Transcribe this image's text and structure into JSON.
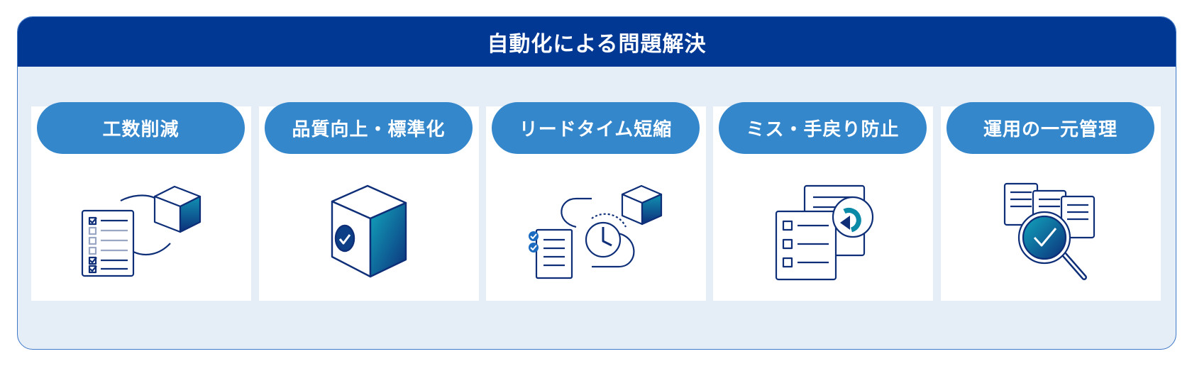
{
  "header": {
    "title": "自動化による問題解決"
  },
  "items": [
    {
      "label": "工数削減",
      "icon": "checklist-cube-icon"
    },
    {
      "label": "品質向上・標準化",
      "icon": "cube-check-icon"
    },
    {
      "label": "リードタイム短縮",
      "icon": "document-clock-cube-icon"
    },
    {
      "label": "ミス・手戻り防止",
      "icon": "documents-undo-icon"
    },
    {
      "label": "運用の一元管理",
      "icon": "documents-magnifier-check-icon"
    }
  ],
  "colors": {
    "header_bg": "#003894",
    "panel_bg": "#e5edf6",
    "pill_bg": "#3587cc",
    "icon_navy": "#0e2f78",
    "icon_teal": "#0a8aa6"
  }
}
